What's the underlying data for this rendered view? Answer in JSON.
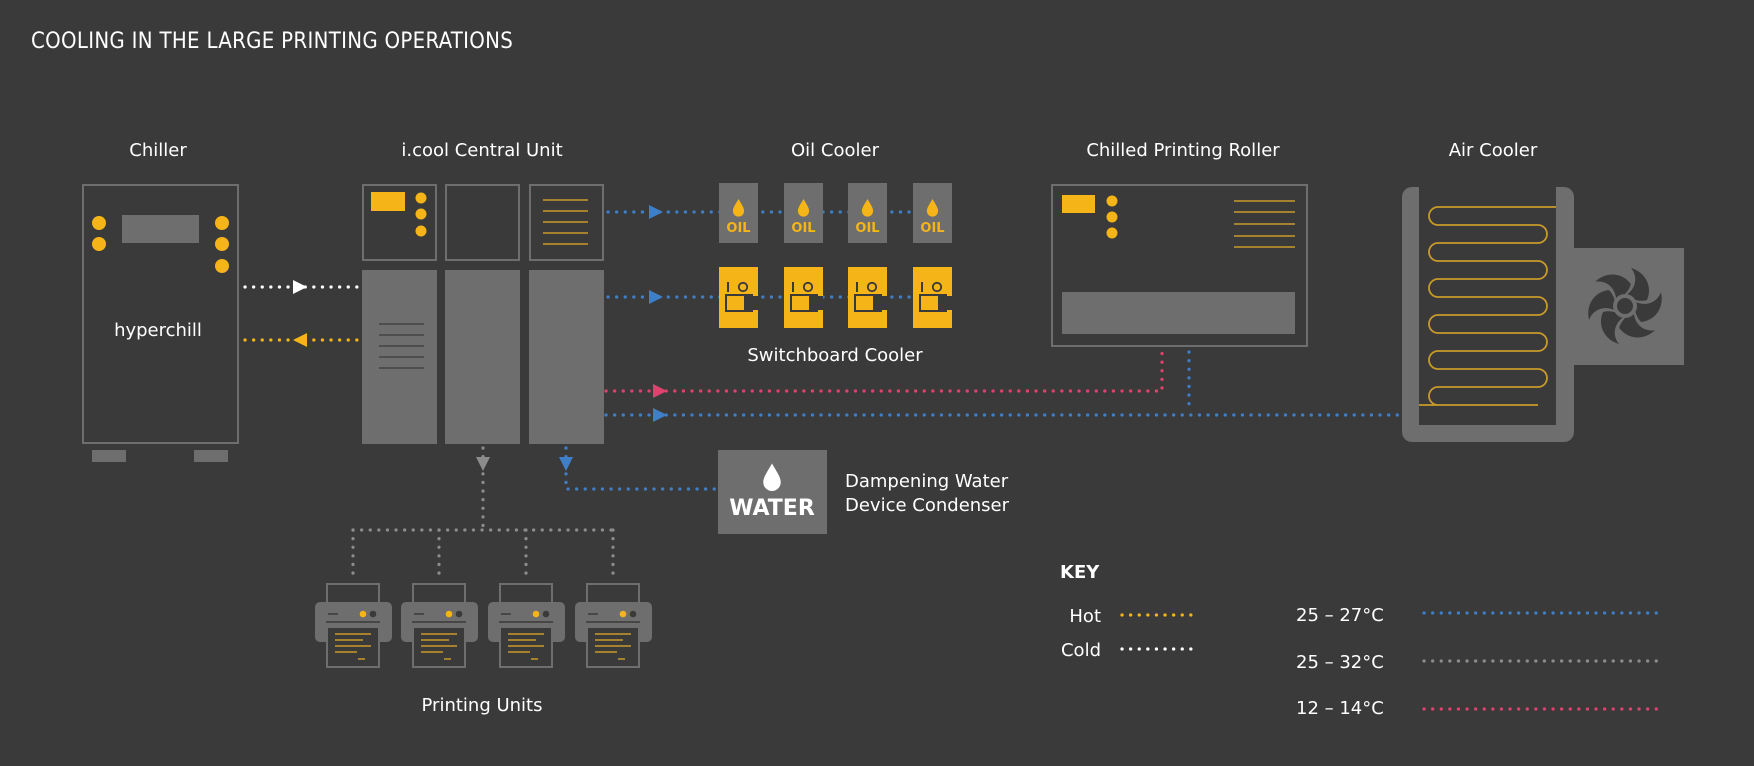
{
  "title": "COOLING IN THE LARGE PRINTING OPERATIONS",
  "colors": {
    "background": "#3a3a3a",
    "device_gray": "#6e6e6e",
    "outline_gray": "#6e6e6e",
    "accent_yellow": "#f5b418",
    "blue_line": "#3f7fc8",
    "gray_line": "#8c8c8c",
    "pink_line": "#e0426f",
    "white_line": "#ffffff"
  },
  "components": {
    "chiller": {
      "label": "Chiller",
      "brand": "hyperchill"
    },
    "central_unit": {
      "label": "i.cool Central Unit"
    },
    "oil_cooler": {
      "label": "Oil Cooler",
      "unit_text": "OIL",
      "count": 4
    },
    "switchboard_cooler": {
      "label": "Switchboard Cooler",
      "switch_on": "I",
      "switch_off": "O",
      "count": 4
    },
    "chilled_roller": {
      "label": "Chilled Printing Roller"
    },
    "air_cooler": {
      "label": "Air Cooler",
      "icon": "fan-icon"
    },
    "dampening": {
      "label_line1": "Dampening Water",
      "label_line2": "Device Condenser",
      "badge": "WATER",
      "icon": "water-drop-icon"
    },
    "printing_units": {
      "label": "Printing Units",
      "count": 4,
      "icon": "printer-icon"
    }
  },
  "key": {
    "title": "KEY",
    "items": [
      {
        "label": "Hot",
        "color": "#f5b418"
      },
      {
        "label": "Cold",
        "color": "#ffffff"
      },
      {
        "label": "25 – 27°C",
        "color": "#3f7fc8"
      },
      {
        "label": "25 – 32°C",
        "color": "#8c8c8c"
      },
      {
        "label": "12 – 14°C",
        "color": "#e0426f"
      }
    ]
  }
}
